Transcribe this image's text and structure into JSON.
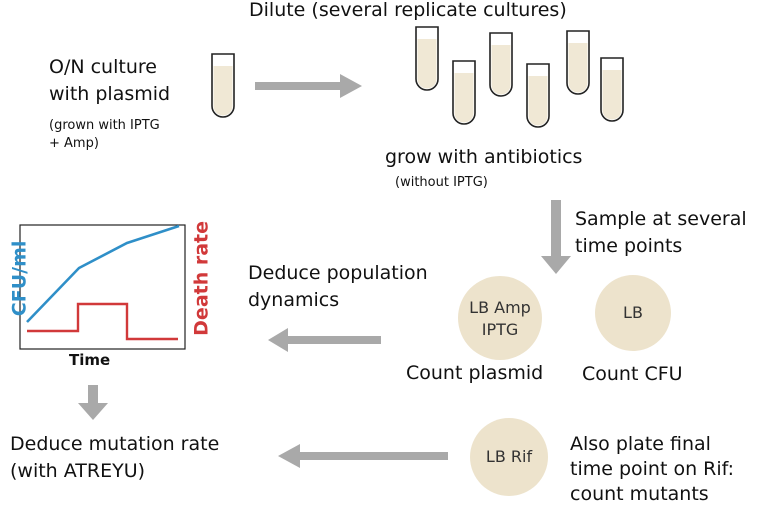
{
  "on_culture": {
    "line1": "O/N culture",
    "line2": "with plasmid",
    "note1": "(grown with IPTG",
    "note2": "+ Amp)"
  },
  "dilute": {
    "label": "Dilute (several replicate cultures)"
  },
  "grow": {
    "label": "grow with antibiotics",
    "note": "(without IPTG)"
  },
  "sample": {
    "line1": "Sample at several",
    "line2": "time points"
  },
  "plates": {
    "amp": {
      "line1": "LB Amp",
      "line2": "IPTG",
      "caption": "Count plasmid"
    },
    "lb": {
      "label": "LB",
      "caption": "Count CFU"
    },
    "rif": {
      "label": "LB Rif"
    }
  },
  "rif_note": {
    "line1": "Also plate final",
    "line2": "time point on Rif:",
    "line3": "count mutants"
  },
  "population": {
    "line1": "Deduce population",
    "line2": "dynamics"
  },
  "mutation": {
    "line1": "Deduce mutation rate",
    "line2": "(with ATREYU)"
  },
  "graph": {
    "xlabel": "Time",
    "ylabel_left": "CFU/ml",
    "ylabel_right": "Death rate",
    "cfu_color": "#2f8fc8",
    "death_color": "#d1393a"
  },
  "colors": {
    "arrow": "#a9a9a9",
    "plate": "#ede3cc",
    "tube_fill": "#f0e8d5"
  }
}
